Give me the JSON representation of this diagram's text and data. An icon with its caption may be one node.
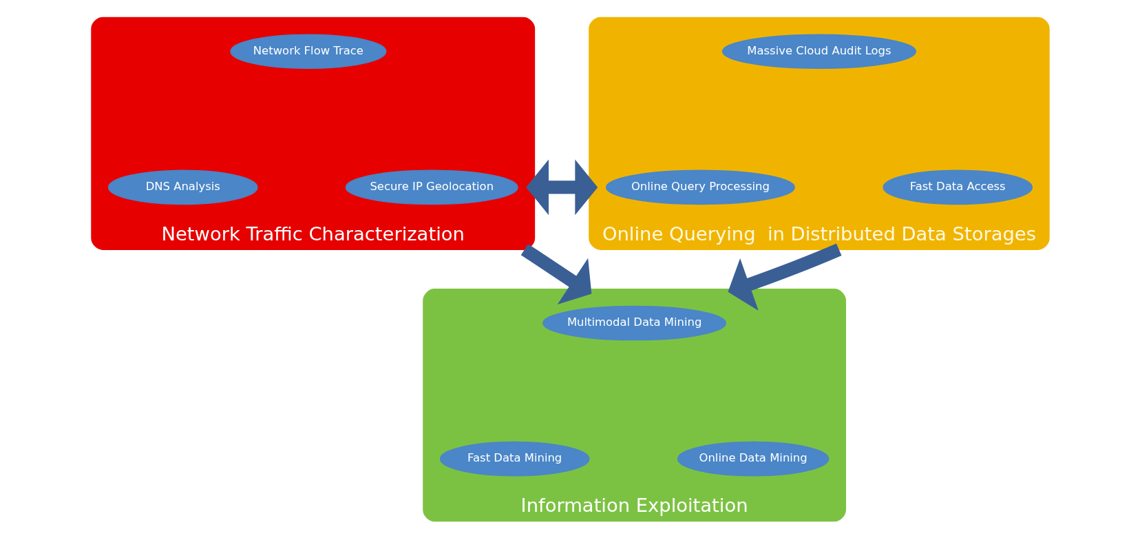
{
  "diagram": {
    "nodes": [
      {
        "text": [
          "Network Traffic Characterization"
        ]
      },
      {
        "text": [
          "Network Flow Trace"
        ],
        "in": 0
      },
      {
        "text": [
          "DNS Analysis"
        ],
        "in": 0
      },
      {
        "text": [
          "Secure IP Geolocation"
        ],
        "in": 0
      },
      {
        "text": [
          "Online Querying  in Distributed Data Storages"
        ]
      },
      {
        "text": [
          "Massive Cloud Audit Logs"
        ],
        "in": 4
      },
      {
        "text": [
          "Online Query Processing"
        ],
        "in": 4
      },
      {
        "text": [
          "Fast Data Access"
        ],
        "in": 4
      },
      {
        "text": [
          "Information Exploitation"
        ]
      },
      {
        "text": [
          "Multimodal Data Mining"
        ],
        "in": 8
      },
      {
        "text": [
          "Fast Data Mining"
        ],
        "in": 8
      },
      {
        "text": [
          "Online Data Mining"
        ],
        "in": 8
      }
    ],
    "edges": [
      {
        "from": 0,
        "to": 4,
        "arrow": "both"
      },
      {
        "from": 0,
        "to": 8,
        "arrow": "to"
      },
      {
        "from": 4,
        "to": 8,
        "arrow": "to"
      }
    ]
  }
}
